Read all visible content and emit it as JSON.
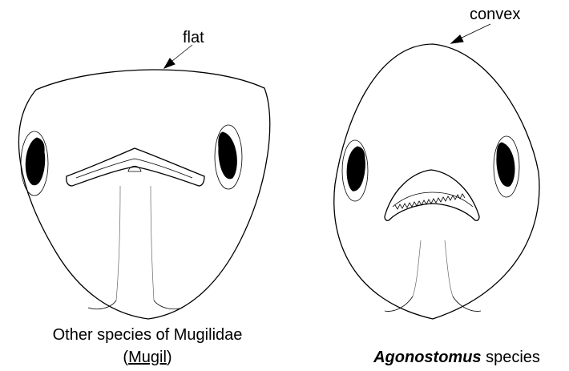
{
  "labels": {
    "left_top": "flat",
    "right_top": "convex",
    "left_caption_line1": "Other species of Mugilidae",
    "left_caption_open": "(",
    "left_caption_genus": "Mugil",
    "left_caption_close": ")",
    "right_caption_genus": "Agonostomus",
    "right_caption_rest": " species"
  }
}
